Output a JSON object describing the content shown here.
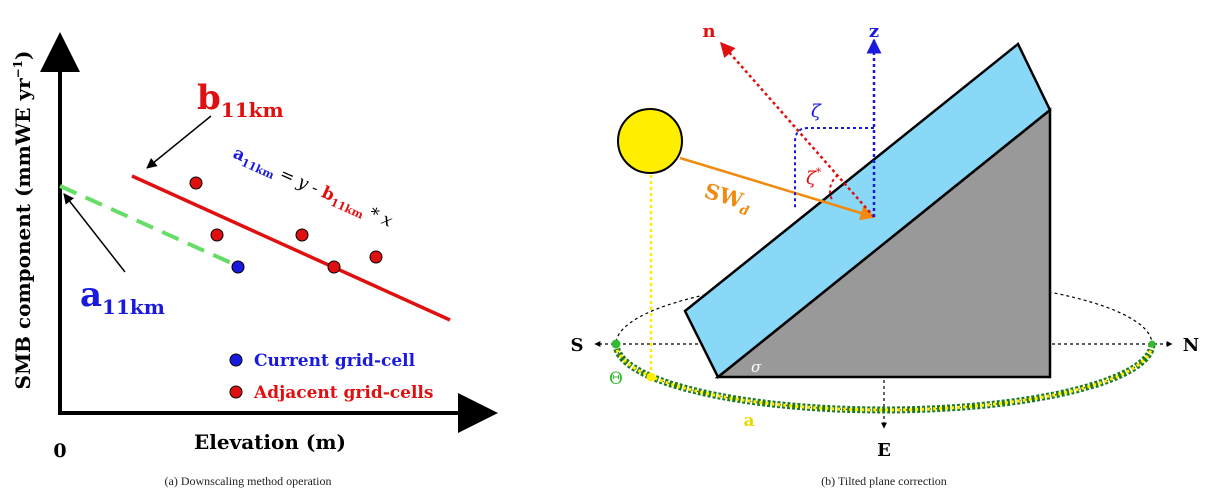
{
  "left_panel": {
    "y_axis_label": "SMB component (mmWE yr",
    "y_axis_label_exp": "−1",
    "y_axis_label_close": ")",
    "x_axis_label": "Elevation (m)",
    "origin_label": "0",
    "b_label_main": "b",
    "b_label_sub": "11km",
    "a_label_main": "a",
    "a_label_sub": "11km",
    "equation": {
      "a_main": "a",
      "a_sub": "11km",
      "eq_part": " = y - ",
      "b_main": "b",
      "b_sub": "11km",
      "tail": " * x"
    },
    "legend": [
      {
        "label": "Current grid-cell",
        "color": "#1a1adf"
      },
      {
        "label": "Adjacent grid-cells",
        "color": "#e01010"
      }
    ],
    "caption": "(a) Downscaling method operation",
    "colors": {
      "red": "#e01010",
      "blue": "#1a1adf",
      "green": "#66dd66"
    }
  },
  "right_panel": {
    "n_label": "n",
    "z_label": "z",
    "zeta_label": "ζ",
    "zeta_star_label": "ζ*",
    "sw_main": "SW",
    "sw_sub": "d",
    "sigma_label": "σ",
    "s_label": "S",
    "n_dir_label": "N",
    "e_label": "E",
    "theta_label": "Θ",
    "a_label": "a",
    "caption": "(b) Tilted plane correction",
    "colors": {
      "sun": "#ffee00",
      "plane": "#8ad8f8",
      "block": "#999999",
      "orange": "#f08a10",
      "green": "#33bb33",
      "yellow": "#ffee00"
    }
  }
}
